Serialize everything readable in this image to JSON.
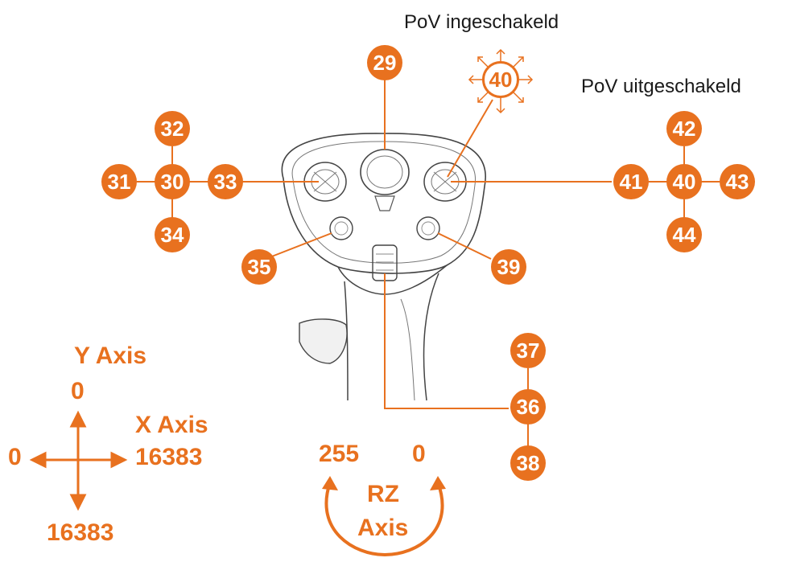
{
  "titles": {
    "pov_on": "PoV ingeschakeld",
    "pov_off": "PoV uitgeschakeld"
  },
  "buttons": {
    "b29": "29",
    "b30": "30",
    "b31": "31",
    "b32": "32",
    "b33": "33",
    "b34": "34",
    "b35": "35",
    "b36": "36",
    "b37": "37",
    "b38": "38",
    "b39": "39",
    "b40_pov": "40",
    "b40": "40",
    "b41": "41",
    "b42": "42",
    "b43": "43",
    "b44": "44"
  },
  "axes": {
    "y_label": "Y Axis",
    "y_top": "0",
    "x_label": "X Axis",
    "x_right": "16383",
    "x_left": "0",
    "y_bottom": "16383",
    "rz_label_1": "RZ",
    "rz_label_2": "Axis",
    "rz_left": "255",
    "rz_right": "0"
  },
  "colors": {
    "accent": "#e8711f",
    "outline": "#444444",
    "text": "#1a1a1a"
  }
}
